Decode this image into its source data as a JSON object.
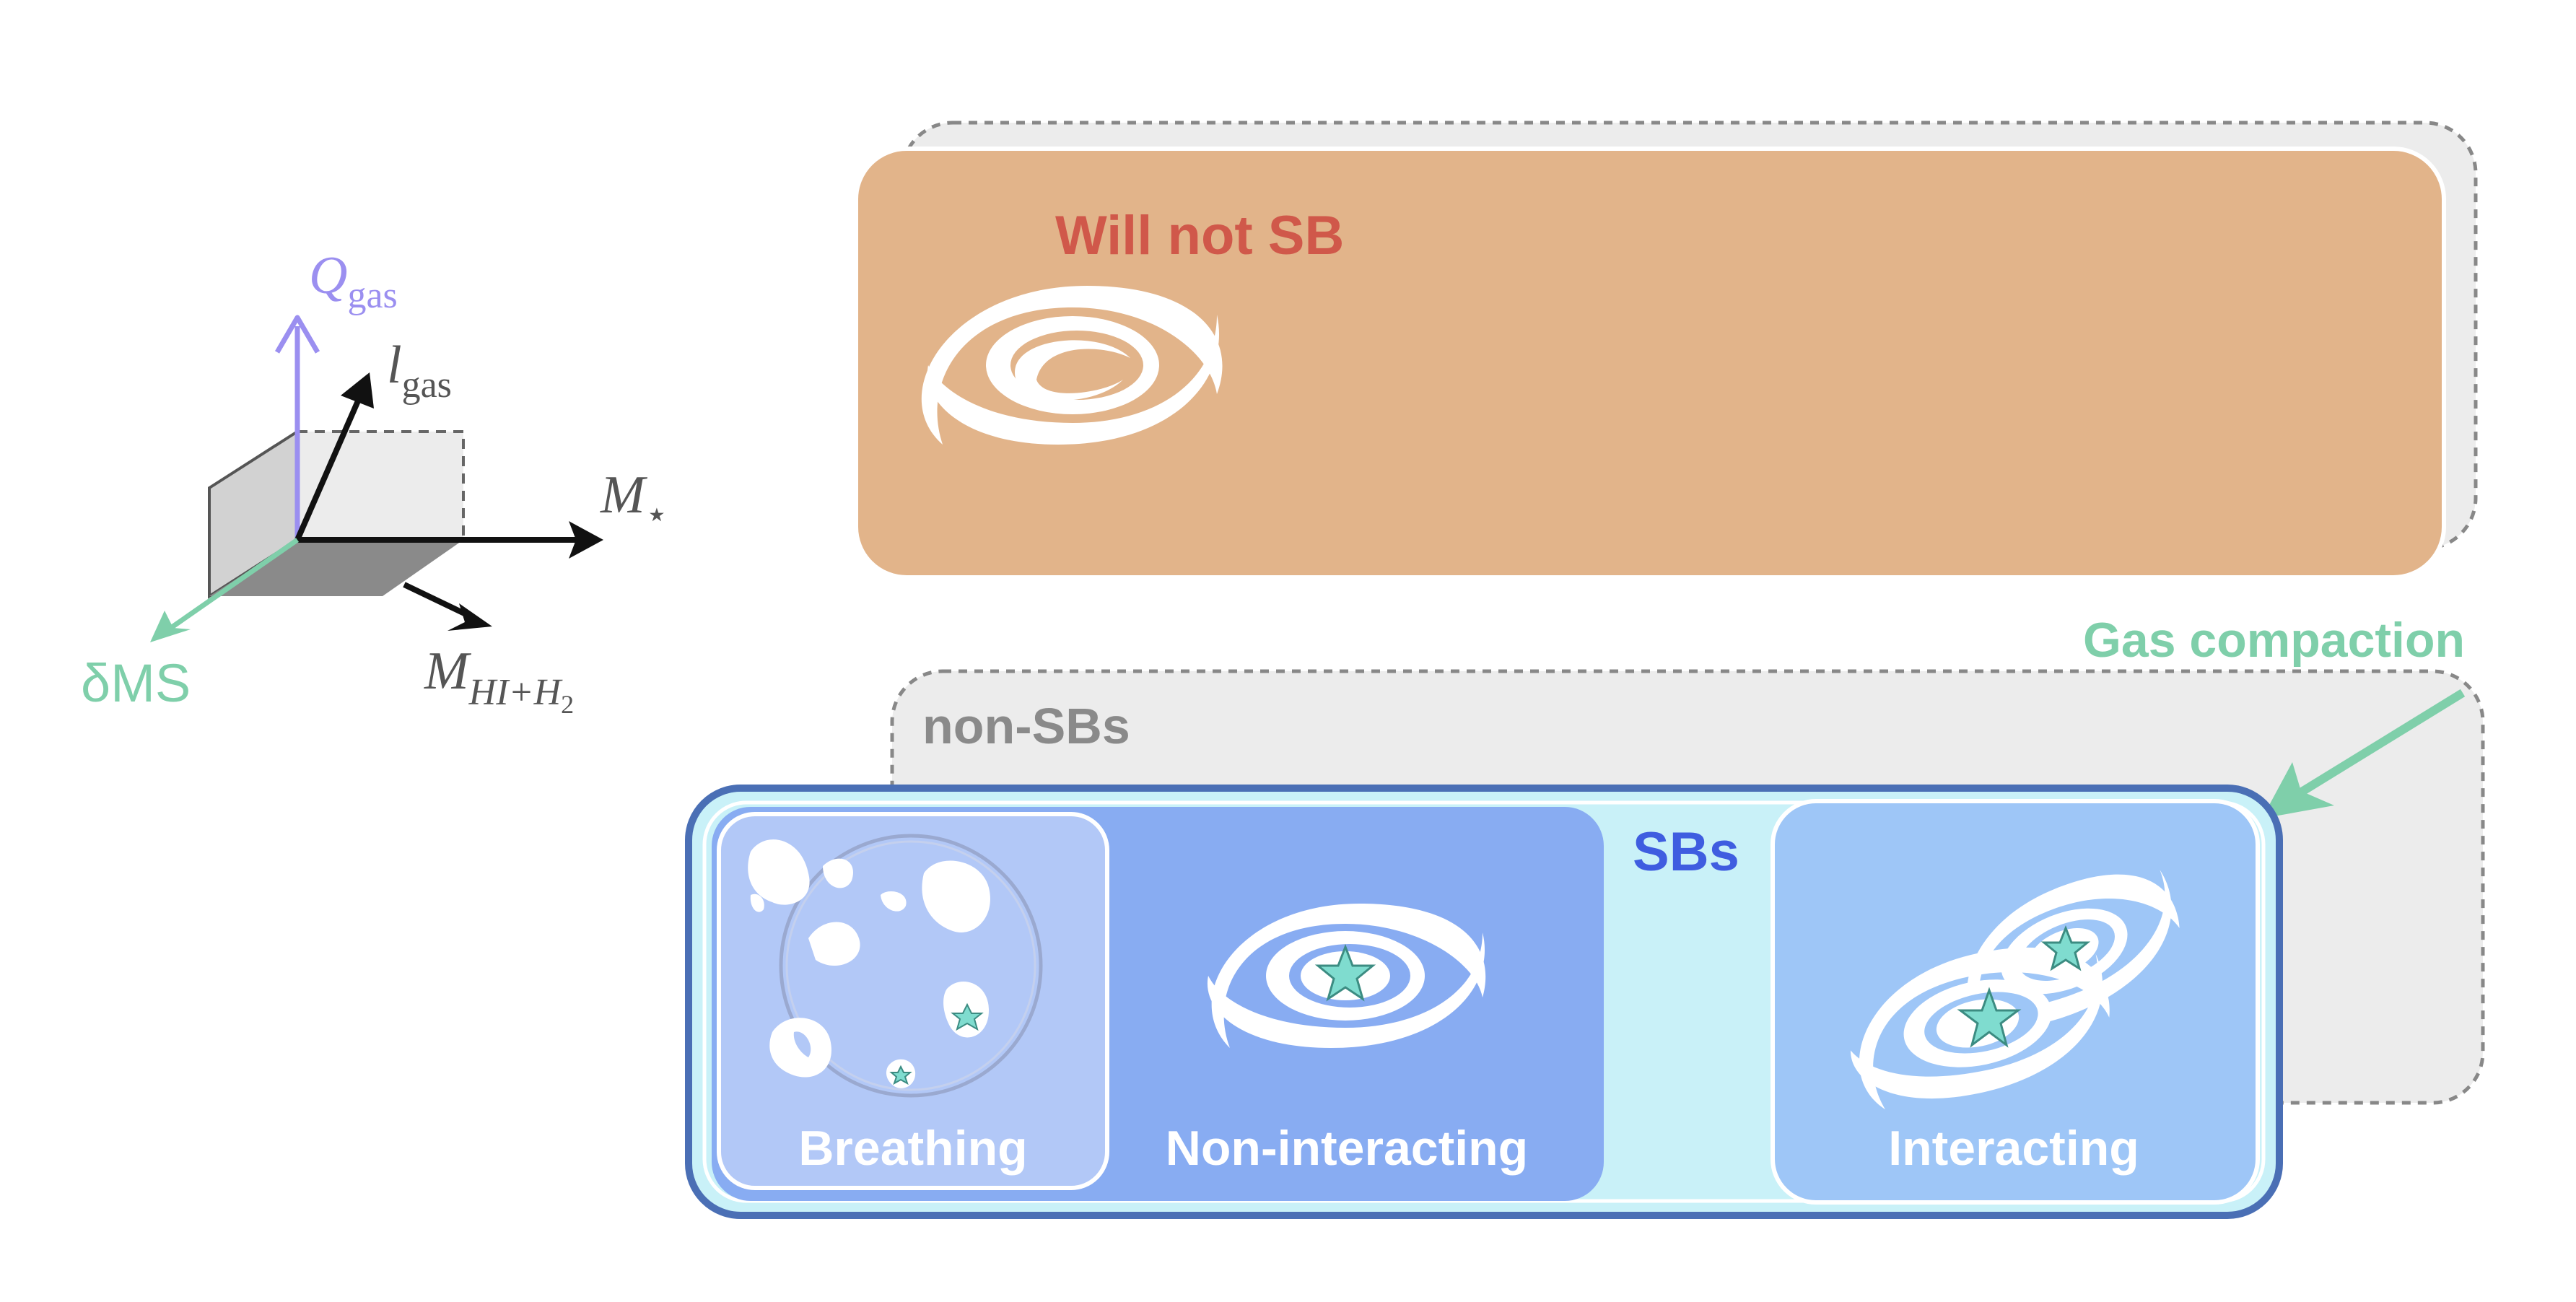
{
  "axes": {
    "q_gas": {
      "main": "Q",
      "sub": "gas"
    },
    "l_gas": {
      "main": "l",
      "sub": "gas"
    },
    "m_star": {
      "main": "M",
      "sub": "⋆"
    },
    "m_hi_h2": {
      "main": "M",
      "sub": "HI+H",
      "sub2": "2"
    },
    "delta_ms": {
      "main": "δMS"
    }
  },
  "panels": {
    "will_not_sb": "Will not SB",
    "non_sbs": "non-SBs",
    "sbs": "SBs",
    "gas_compaction": "Gas compaction",
    "breathing": "Breathing",
    "non_interacting": "Non-interacting",
    "interacting": "Interacting"
  },
  "colors": {
    "q_gas": "#9b8ff0",
    "delta_ms": "#7fcfaa",
    "will_not_sb_fill": "#e2b48a",
    "will_not_sb_text": "#d0584a",
    "sbs_text": "#3f5de0",
    "gas_compaction": "#7fcfaa",
    "sbs_border": "#4a6fb5",
    "sbs_fill": "#c9f1f8",
    "breathing_fill": "#b2c8f7",
    "non_interacting_fill": "#88acf2",
    "interacting_fill": "#9ec6f7",
    "star": "#7fdccf"
  }
}
